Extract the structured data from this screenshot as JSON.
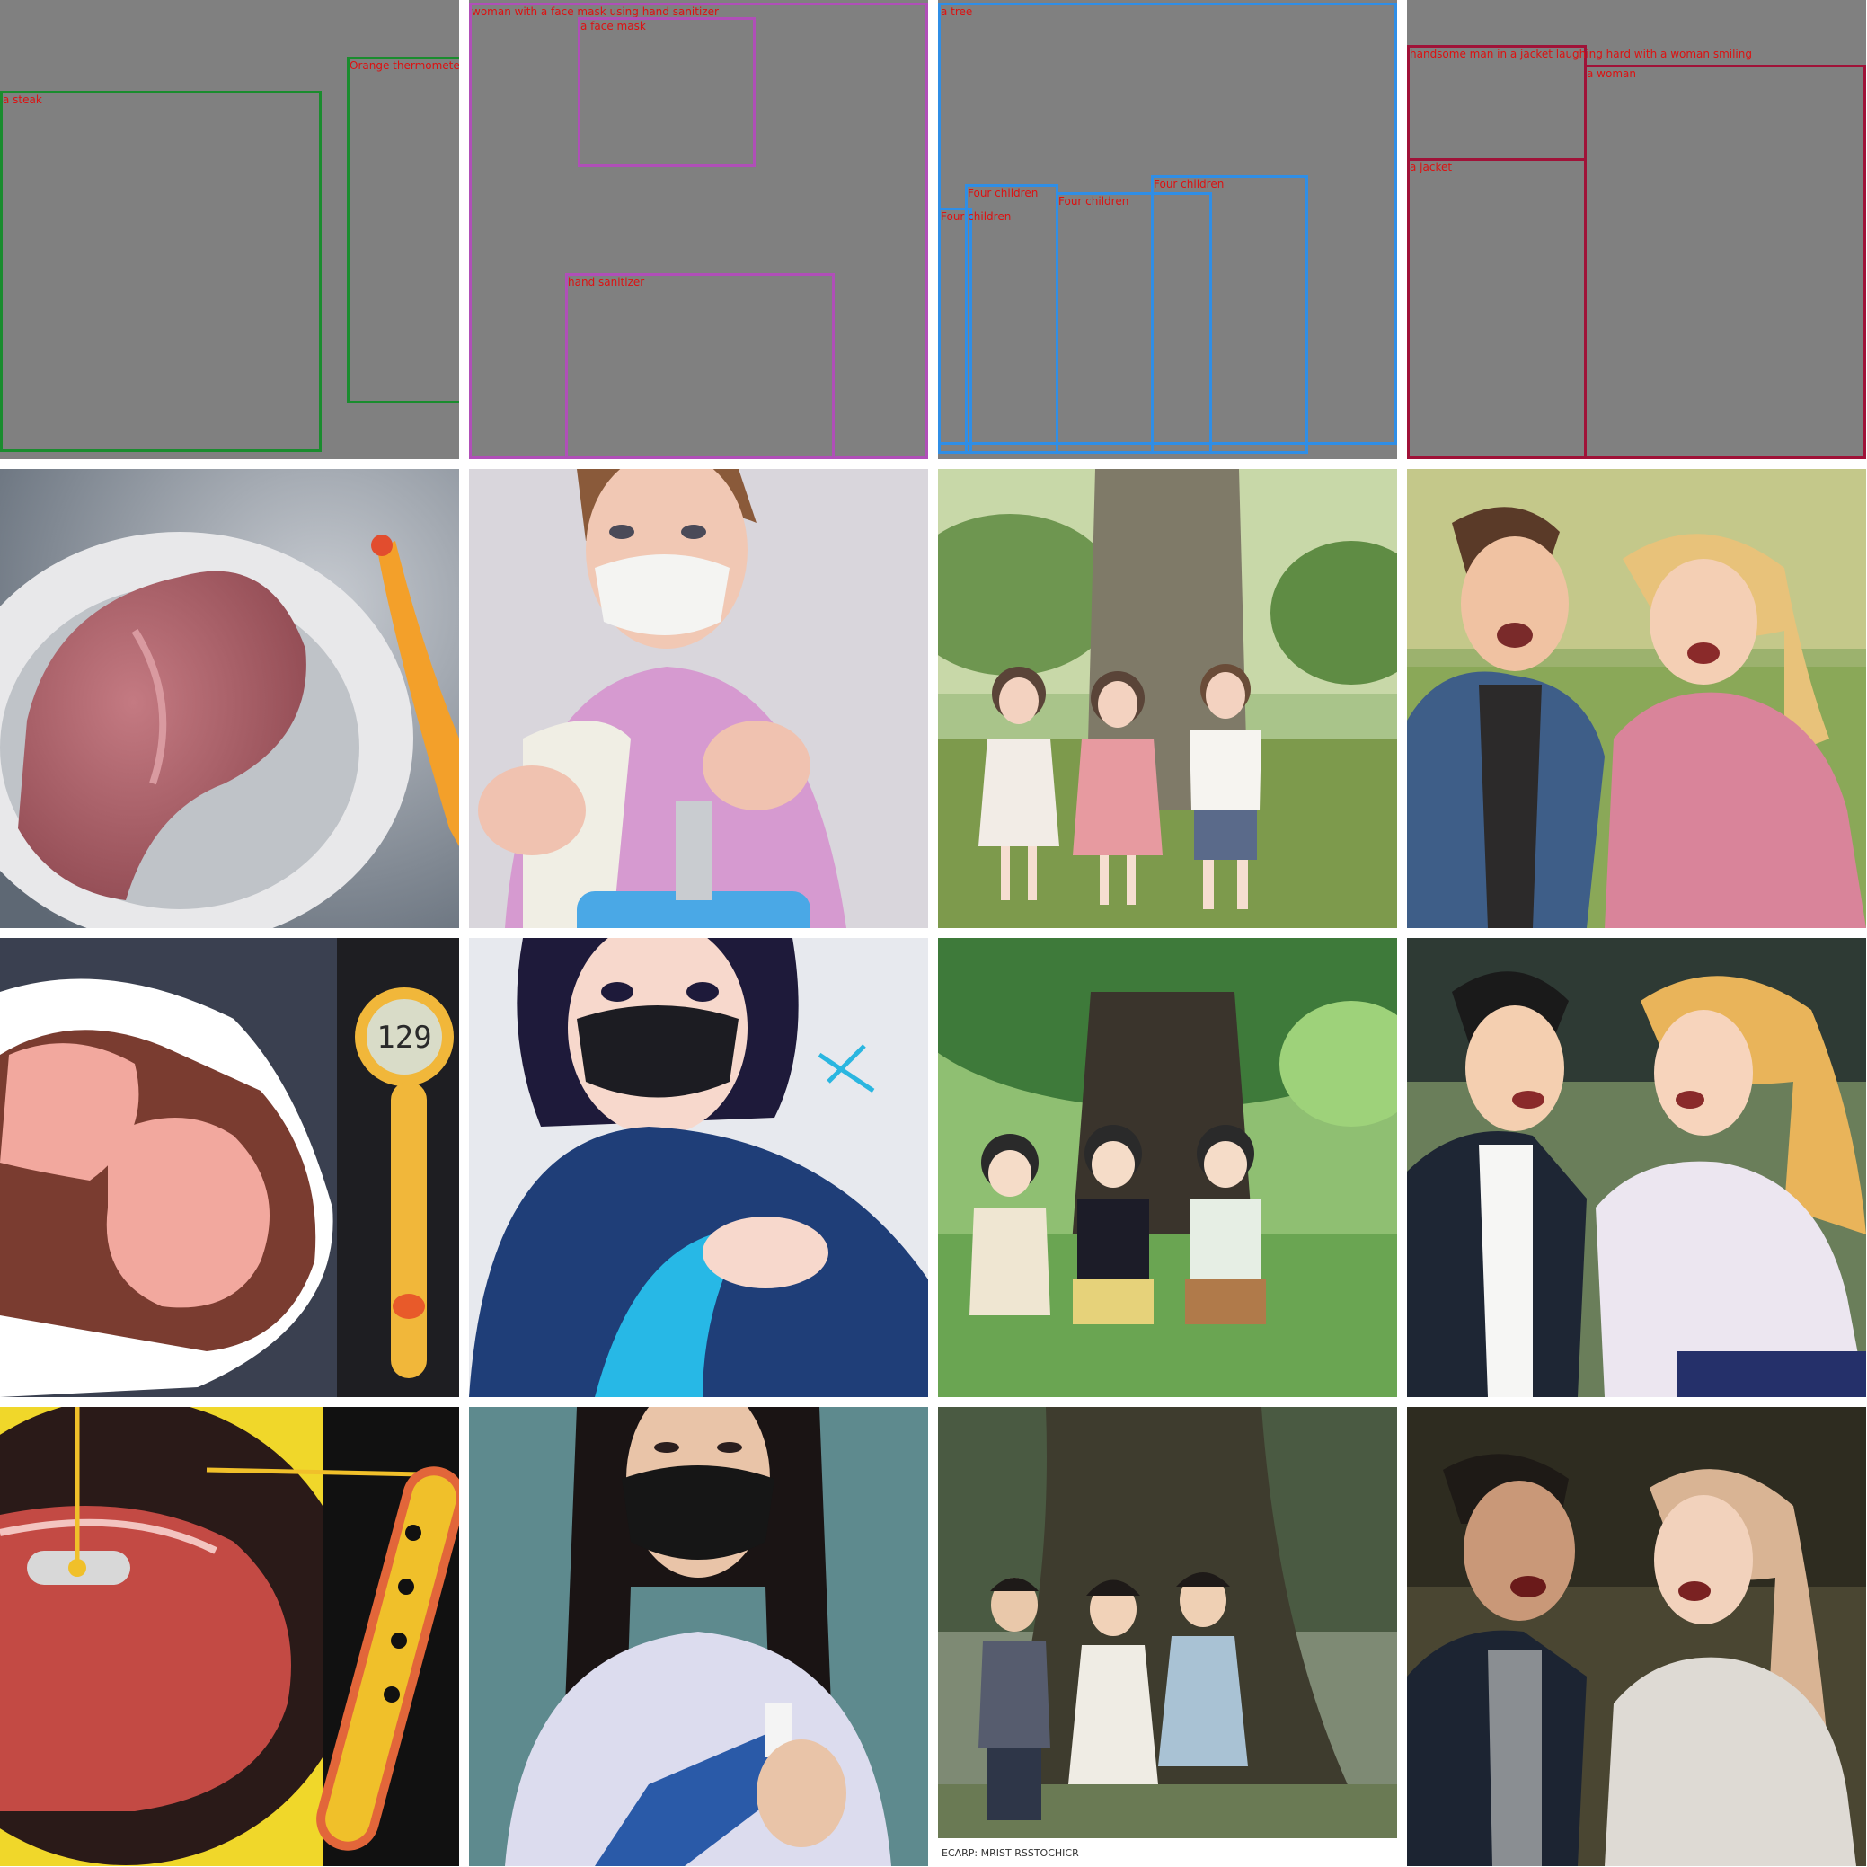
{
  "colors": {
    "layout_background": "#808080",
    "label_text": "#dd1111",
    "steak_boxes": "#1a8c2e",
    "sanitizer_boxes": "#b04fb8",
    "children_boxes": "#2f8ee6",
    "couple_boxes": "#a01238"
  },
  "layouts": {
    "steak": {
      "boxes": [
        {
          "label": "a steak"
        },
        {
          "label": "Orange thermometer"
        }
      ]
    },
    "sanitizer": {
      "boxes": [
        {
          "label": "woman with a face mask using hand sanitizer"
        },
        {
          "label": "a face mask"
        },
        {
          "label": "hand sanitizer"
        }
      ]
    },
    "children": {
      "boxes": [
        {
          "label": "a tree"
        },
        {
          "label": "Four children"
        },
        {
          "label": "Four children"
        },
        {
          "label": "Four children"
        },
        {
          "label": "Four children"
        }
      ]
    },
    "couple": {
      "boxes": [
        {
          "label": "handsome man in a jacket laughing hard with a woman smiling"
        },
        {
          "label": "a woman"
        },
        {
          "label": "a jacket"
        }
      ]
    }
  },
  "images": {
    "row1": [
      "steak-realistic-render",
      "woman-mask-sanitizer-3d-render",
      "children-under-tree-3d-render",
      "couple-laughing-3d-render"
    ],
    "row2": [
      "steak-cartoon-with-thermometer",
      "woman-mask-sanitizer-anime",
      "children-under-tree-anime",
      "couple-laughing-anime"
    ],
    "row3": [
      "steak-pop-art-with-thermometer",
      "woman-mask-sanitizer-photo",
      "children-under-tree-photo",
      "couple-laughing-photo"
    ]
  },
  "captions": {
    "children_photo_caption": "ECARP: MRIST RSSTOCHICR"
  }
}
